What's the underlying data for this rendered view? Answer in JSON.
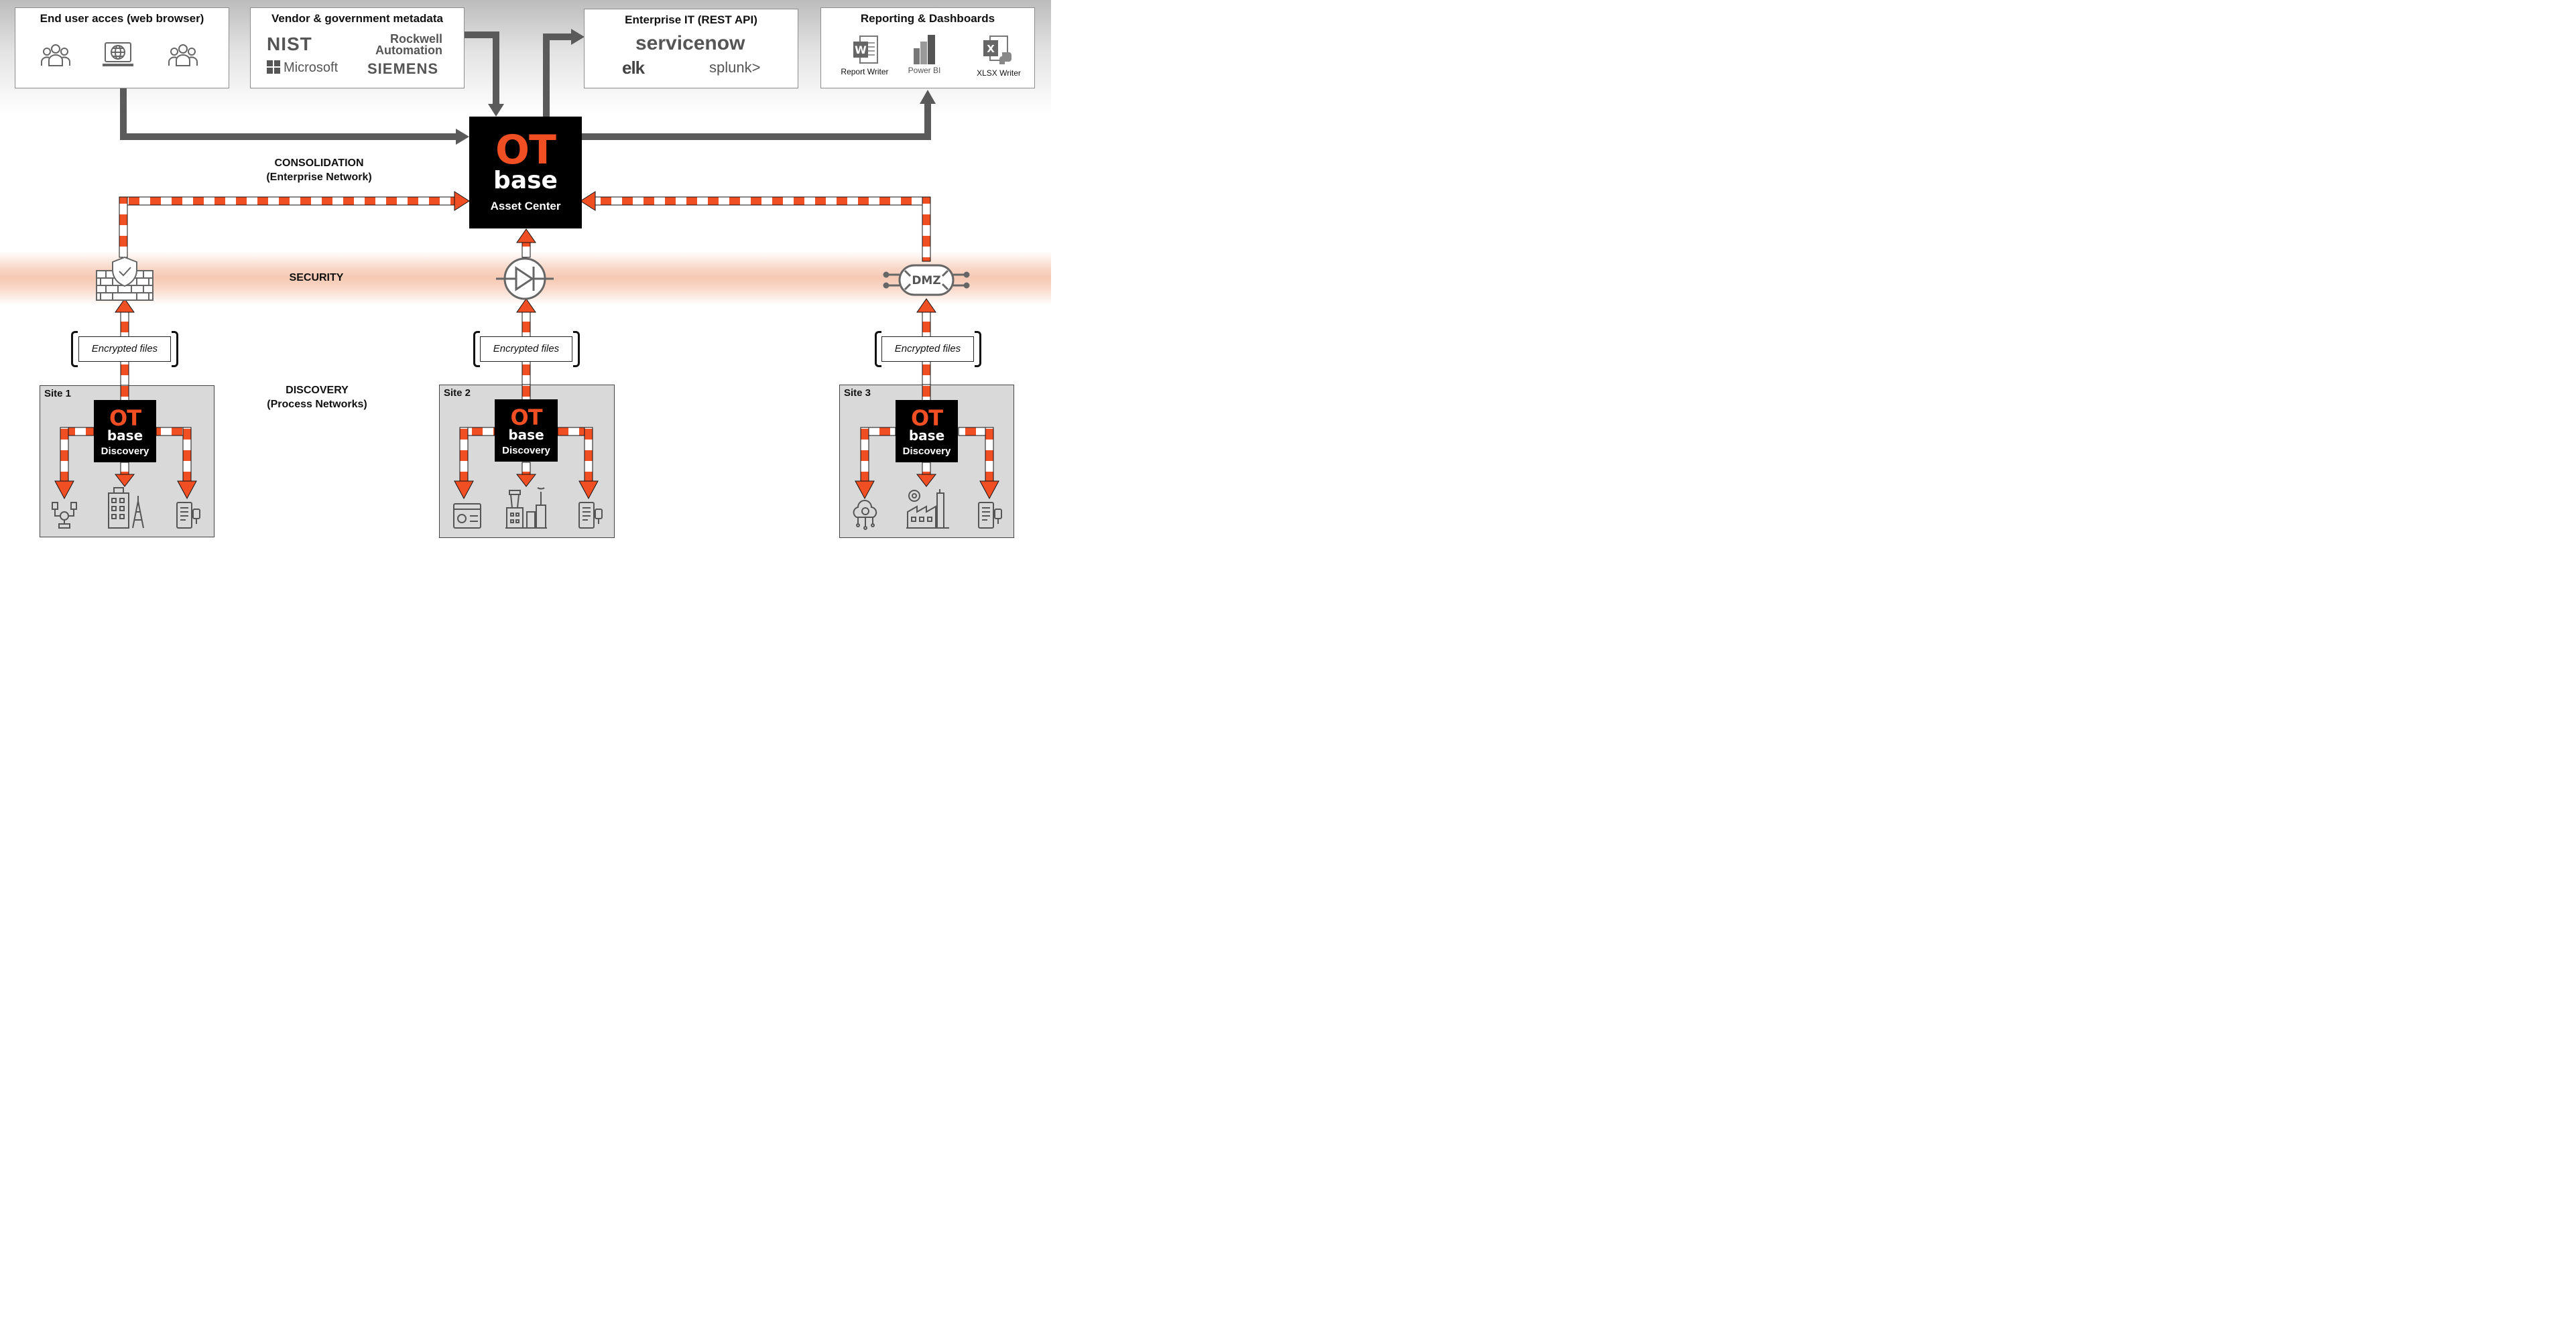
{
  "boxes": {
    "end_user": {
      "title": "End user acces (web browser)"
    },
    "vendor": {
      "title": "Vendor & government metadata",
      "logos": {
        "nist": "NIST",
        "rockwell_1": "Rockwell",
        "rockwell_2": "Automation",
        "microsoft": "Microsoft",
        "siemens": "SIEMENS"
      }
    },
    "enterprise_it": {
      "title": "Enterprise IT (REST API)",
      "logos": {
        "servicenow": "servicenow",
        "elk": "elk",
        "splunk": "splunk>"
      }
    },
    "reporting": {
      "title": "Reporting & Dashboards",
      "items": {
        "report_writer": "Report Writer",
        "power_bi": "Power BI",
        "xlsx_writer": "XLSX Writer"
      }
    }
  },
  "asset_center": {
    "ot": "OT",
    "base": "base",
    "subtitle": "Asset Center"
  },
  "zones": {
    "consolidation_1": "CONSOLIDATION",
    "consolidation_2": "(Enterprise Network)",
    "security": "SECURITY",
    "discovery_1": "DISCOVERY",
    "discovery_2": "(Process Networks)"
  },
  "encrypted_label": "Encrypted files",
  "sites": [
    {
      "label": "Site 1",
      "ot": "OT",
      "base": "base",
      "subtitle": "Discovery"
    },
    {
      "label": "Site 2",
      "ot": "OT",
      "base": "base",
      "subtitle": "Discovery"
    },
    {
      "label": "Site 3",
      "ot": "OT",
      "base": "base",
      "subtitle": "Discovery"
    }
  ],
  "icons": {
    "end_user": [
      "users-icon",
      "web-browser-icon",
      "users-icon"
    ],
    "security": [
      "firewall-icon",
      "data-diode-icon",
      "dmz-icon"
    ],
    "site_devices": [
      [
        "robot-arm-icon",
        "factory-building-icon",
        "controller-device-icon"
      ],
      [
        "settings-window-icon",
        "industrial-plant-icon",
        "controller-device-icon"
      ],
      [
        "cloud-network-icon",
        "factory-gear-icon",
        "controller-device-icon"
      ]
    ]
  },
  "colors": {
    "accent": "#f04e23",
    "arrow_gray": "#5a5a5a",
    "ot_black": "#000000",
    "site_gray": "#d9d9d9"
  }
}
